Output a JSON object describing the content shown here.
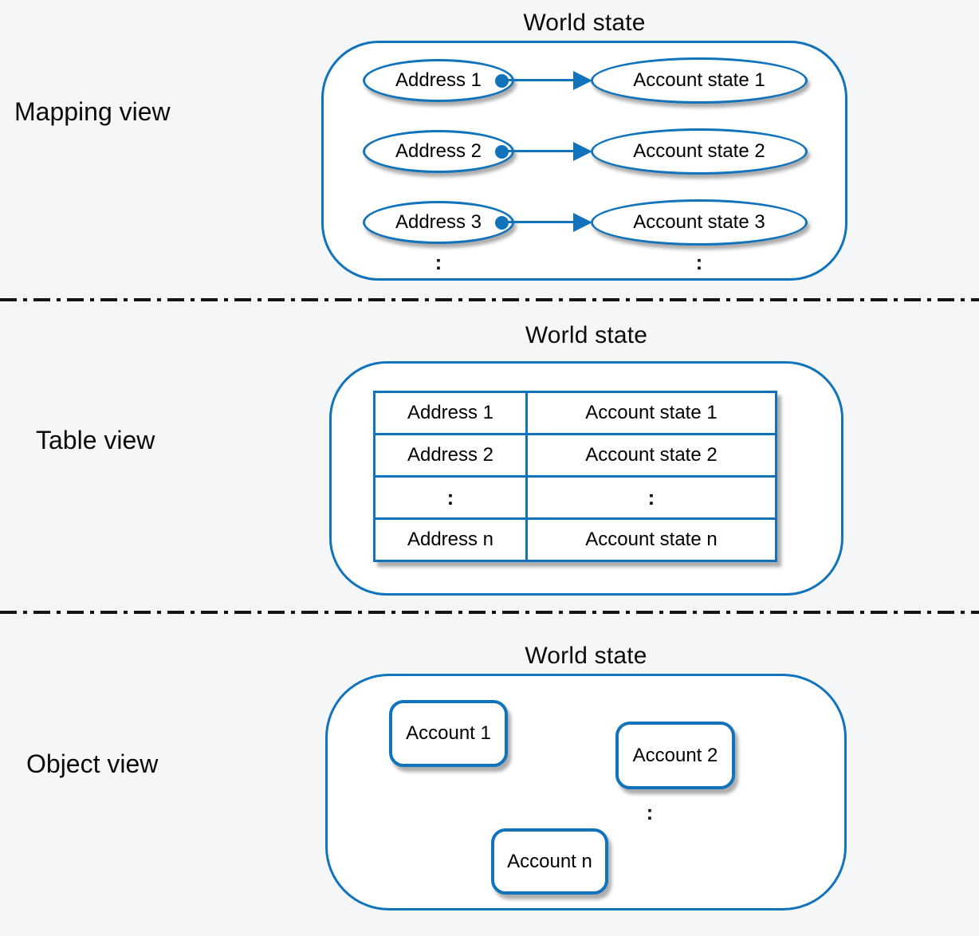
{
  "colors": {
    "accent_blue": "#1073bc",
    "page_background": "#f5f6f8",
    "shape_fill": "#ffffff",
    "text": "#000000",
    "separator": "#141414"
  },
  "sections": {
    "mapping": {
      "label": "Mapping view",
      "container_title": "World state",
      "pairs": [
        {
          "address": "Address 1",
          "account": "Account state 1"
        },
        {
          "address": "Address 2",
          "account": "Account state 2"
        },
        {
          "address": "Address 3",
          "account": "Account state 3"
        }
      ],
      "ellipsis_left": ":",
      "ellipsis_right": ":"
    },
    "table": {
      "label": "Table view",
      "container_title": "World state",
      "rows": [
        [
          "Address 1",
          "Account state 1"
        ],
        [
          "Address 2",
          "Account state 2"
        ],
        [
          ":",
          ":"
        ],
        [
          "Address n",
          "Account state n"
        ]
      ]
    },
    "object": {
      "label": "Object view",
      "container_title": "World state",
      "boxes": [
        "Account 1",
        "Account 2",
        "Account n"
      ],
      "ellipsis": ":"
    }
  }
}
